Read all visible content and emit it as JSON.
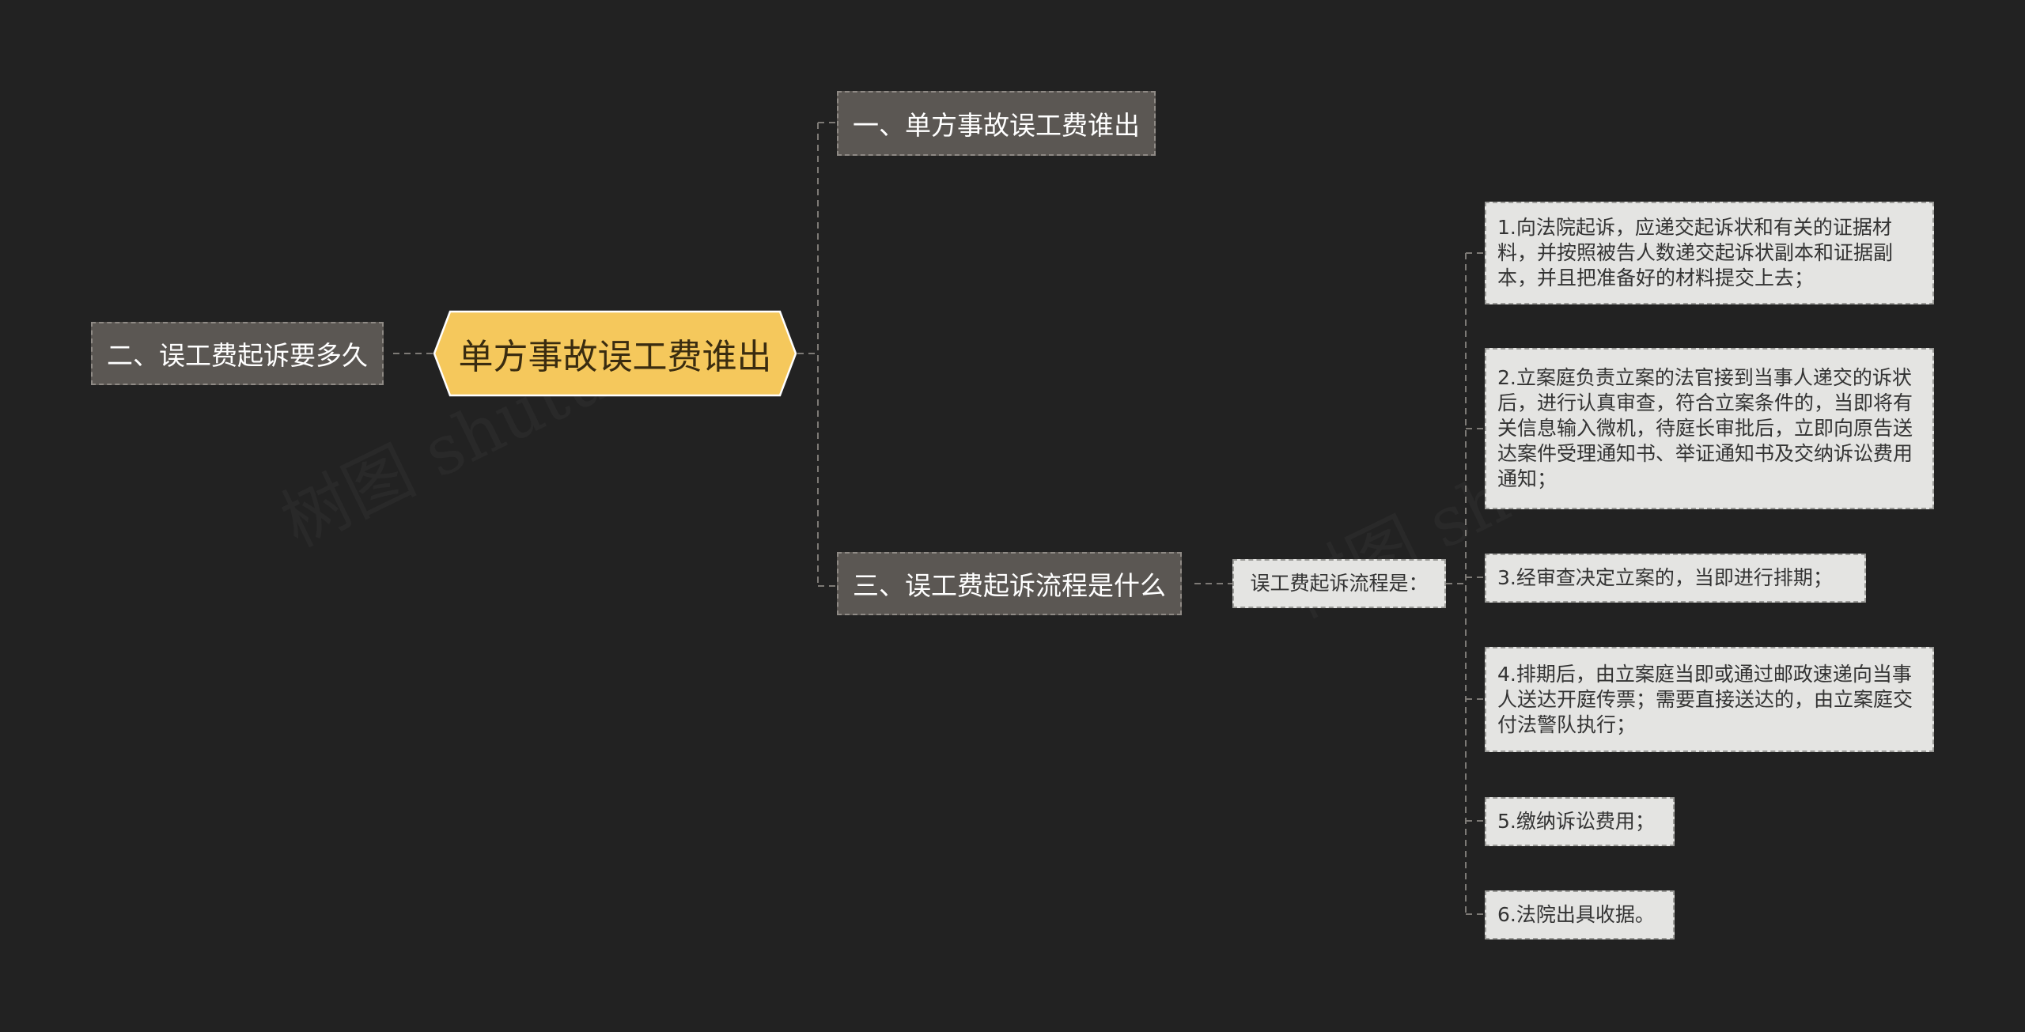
{
  "root": {
    "label": "单方事故误工费谁出"
  },
  "left_branch": {
    "label": "二、误工费起诉要多久"
  },
  "right_branches": [
    {
      "label": "一、单方事故误工费谁出"
    },
    {
      "label": "三、误工费起诉流程是什么"
    }
  ],
  "process": {
    "label": "误工费起诉流程是：",
    "steps": [
      "1.向法院起诉，应递交起诉状和有关的证据材料，并按照被告人数递交起诉状副本和证据副本，并且把准备好的材料提交上去；",
      "2.立案庭负责立案的法官接到当事人递交的诉状后，进行认真审查，符合立案条件的，当即将有关信息输入微机，待庭长审批后，立即向原告送达案件受理通知书、举证通知书及交纳诉讼费用通知；",
      "3.经审查决定立案的，当即进行排期；",
      "4.排期后，由立案庭当即或通过邮政速递向当事人送达开庭传票；需要直接送达的，由立案庭交付法警队执行；",
      "5.缴纳诉讼费用；",
      "6.法院出具收据。"
    ]
  },
  "watermarks": [
    "树图 shutu.cn",
    "树图 shutu.cn"
  ],
  "colors": {
    "background": "#222222",
    "root_fill": "#f5c85c",
    "branch_fill": "#5b5753",
    "leaf_fill": "#e4e4e2",
    "connector": "#7d7a76"
  }
}
